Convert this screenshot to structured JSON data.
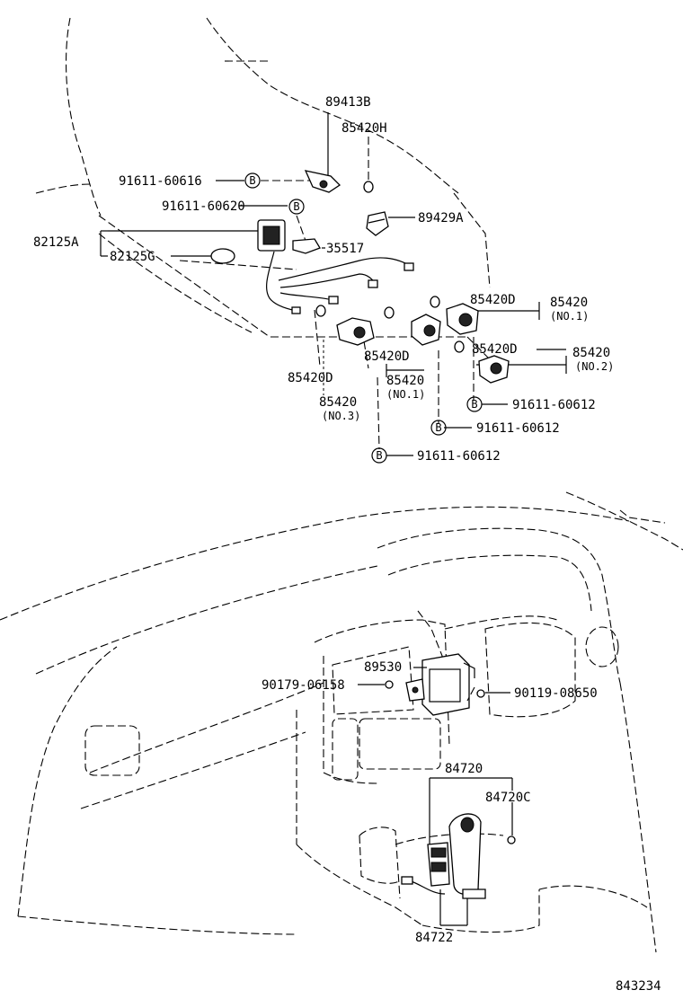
{
  "labels": {
    "p89413B": "89413B",
    "p85420H": "85420H",
    "p91611_60616": "91611-60616",
    "p91611_60620": "91611-60620",
    "p89429A": "89429A",
    "p82125A": "82125A",
    "p82125G": "82125G",
    "p35517": "35517",
    "p85420D_a": "85420D",
    "p85420_a": "85420",
    "no1_a": "(NO.1)",
    "p85420D_b": "85420D",
    "p85420_b": "85420",
    "no2": "(NO.2)",
    "p85420D_c": "85420D",
    "p85420D_d": "85420D",
    "p85420_c": "85420",
    "no1_b": "(NO.1)",
    "p85420_d": "85420",
    "no3": "(NO.3)",
    "p91611_60612_a": "91611-60612",
    "p91611_60612_b": "91611-60612",
    "p91611_60612_c": "91611-60612",
    "p89530": "89530",
    "p90179_06158": "90179-06158",
    "p90119_08650": "90119-08650",
    "p84720": "84720",
    "p84720C": "84720C",
    "p84722": "84722",
    "figure_no": "843234"
  },
  "bolt_marker": "B"
}
